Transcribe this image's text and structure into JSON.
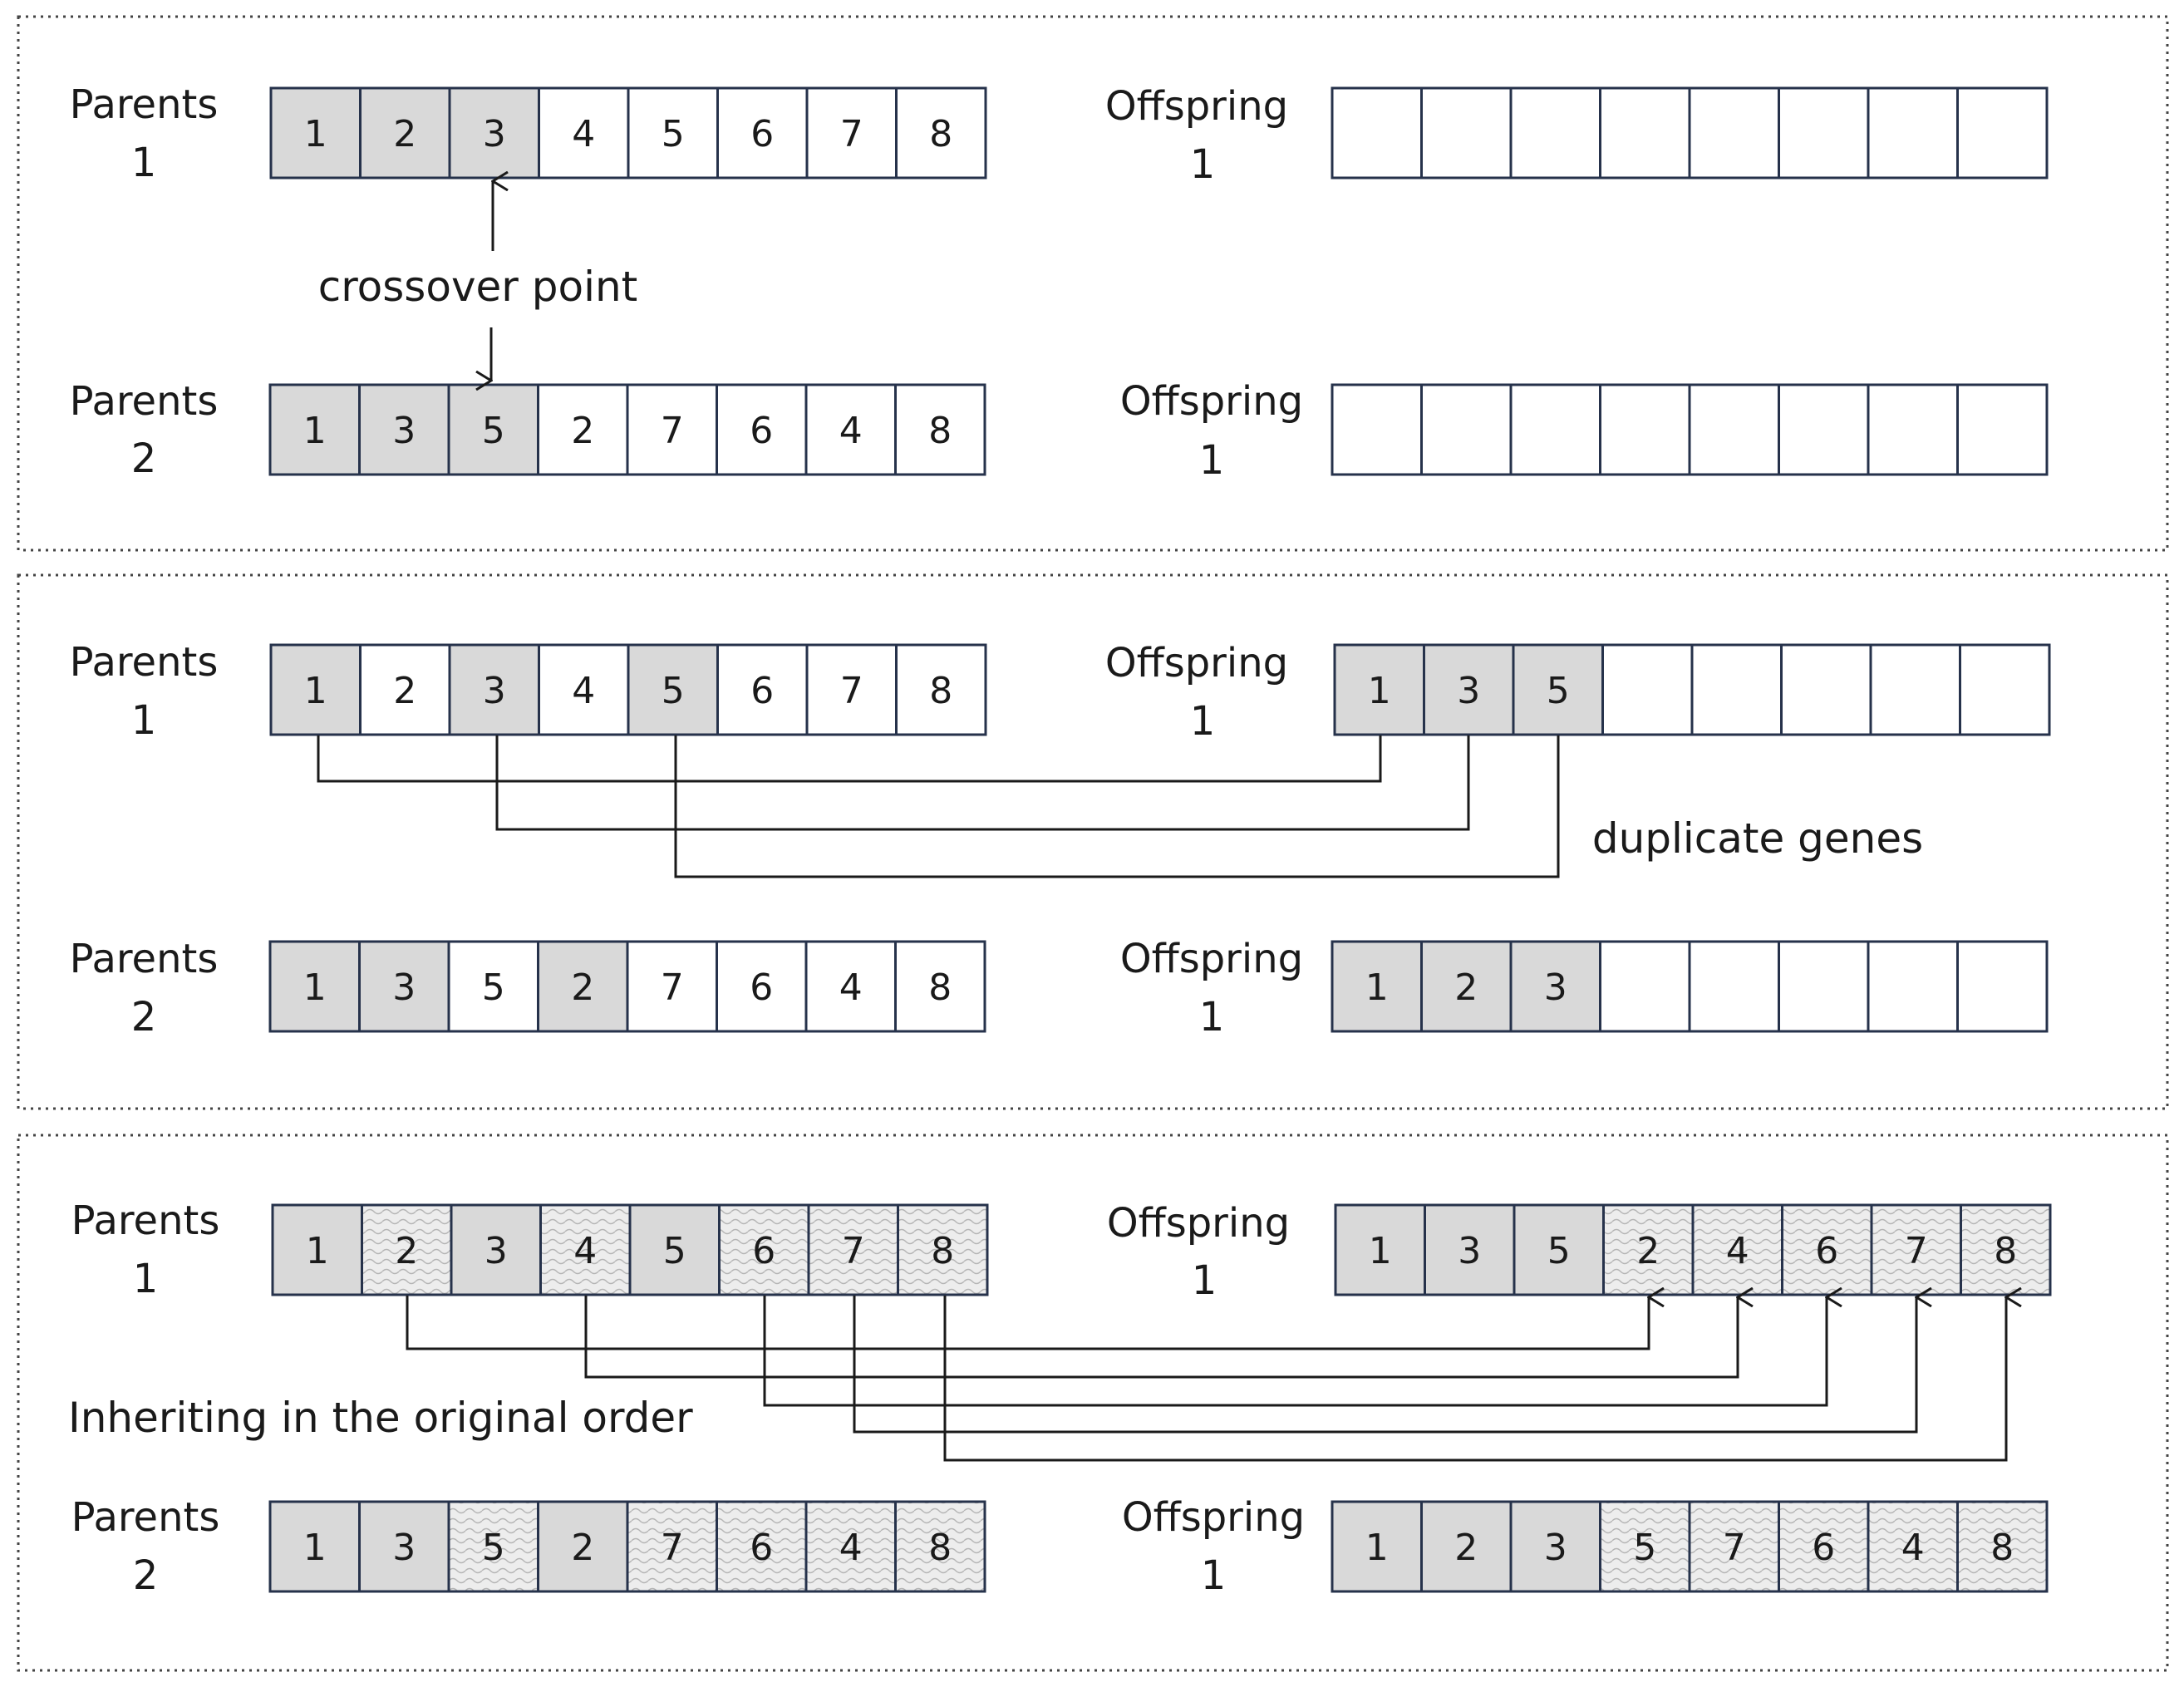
{
  "colors": {
    "gray_fill": "#d9d9d9",
    "white_fill": "#ffffff",
    "pattern_fill": "#ececec",
    "cell_border": "#26324b",
    "line": "#1a1a1a",
    "panel_border": "#444444"
  },
  "panels": [
    {
      "parent1": {
        "label1": "Parents",
        "label2": "1",
        "cells": [
          {
            "v": "1",
            "s": "gray"
          },
          {
            "v": "2",
            "s": "gray"
          },
          {
            "v": "3",
            "s": "gray"
          },
          {
            "v": "4",
            "s": "white"
          },
          {
            "v": "5",
            "s": "white"
          },
          {
            "v": "6",
            "s": "white"
          },
          {
            "v": "7",
            "s": "white"
          },
          {
            "v": "8",
            "s": "white"
          }
        ]
      },
      "parent2": {
        "label1": "Parents",
        "label2": "2",
        "cells": [
          {
            "v": "1",
            "s": "gray"
          },
          {
            "v": "3",
            "s": "gray"
          },
          {
            "v": "5",
            "s": "gray"
          },
          {
            "v": "2",
            "s": "white"
          },
          {
            "v": "7",
            "s": "white"
          },
          {
            "v": "6",
            "s": "white"
          },
          {
            "v": "4",
            "s": "white"
          },
          {
            "v": "8",
            "s": "white"
          }
        ]
      },
      "offspring1": {
        "label1": "Offspring",
        "label2": "1",
        "cells": [
          {
            "v": "",
            "s": "white"
          },
          {
            "v": "",
            "s": "white"
          },
          {
            "v": "",
            "s": "white"
          },
          {
            "v": "",
            "s": "white"
          },
          {
            "v": "",
            "s": "white"
          },
          {
            "v": "",
            "s": "white"
          },
          {
            "v": "",
            "s": "white"
          },
          {
            "v": "",
            "s": "white"
          }
        ]
      },
      "offspring2": {
        "label1": "Offspring",
        "label2": "1",
        "cells": [
          {
            "v": "",
            "s": "white"
          },
          {
            "v": "",
            "s": "white"
          },
          {
            "v": "",
            "s": "white"
          },
          {
            "v": "",
            "s": "white"
          },
          {
            "v": "",
            "s": "white"
          },
          {
            "v": "",
            "s": "white"
          },
          {
            "v": "",
            "s": "white"
          },
          {
            "v": "",
            "s": "white"
          }
        ]
      },
      "annotation": "crossover point"
    },
    {
      "parent1": {
        "label1": "Parents",
        "label2": "1",
        "cells": [
          {
            "v": "1",
            "s": "gray"
          },
          {
            "v": "2",
            "s": "white"
          },
          {
            "v": "3",
            "s": "gray"
          },
          {
            "v": "4",
            "s": "white"
          },
          {
            "v": "5",
            "s": "gray"
          },
          {
            "v": "6",
            "s": "white"
          },
          {
            "v": "7",
            "s": "white"
          },
          {
            "v": "8",
            "s": "white"
          }
        ]
      },
      "parent2": {
        "label1": "Parents",
        "label2": "2",
        "cells": [
          {
            "v": "1",
            "s": "gray"
          },
          {
            "v": "3",
            "s": "gray"
          },
          {
            "v": "5",
            "s": "white"
          },
          {
            "v": "2",
            "s": "gray"
          },
          {
            "v": "7",
            "s": "white"
          },
          {
            "v": "6",
            "s": "white"
          },
          {
            "v": "4",
            "s": "white"
          },
          {
            "v": "8",
            "s": "white"
          }
        ]
      },
      "offspring1": {
        "label1": "Offspring",
        "label2": "1",
        "cells": [
          {
            "v": "1",
            "s": "gray"
          },
          {
            "v": "3",
            "s": "gray"
          },
          {
            "v": "5",
            "s": "gray"
          },
          {
            "v": "",
            "s": "white"
          },
          {
            "v": "",
            "s": "white"
          },
          {
            "v": "",
            "s": "white"
          },
          {
            "v": "",
            "s": "white"
          },
          {
            "v": "",
            "s": "white"
          }
        ]
      },
      "offspring2": {
        "label1": "Offspring",
        "label2": "1",
        "cells": [
          {
            "v": "1",
            "s": "gray"
          },
          {
            "v": "2",
            "s": "gray"
          },
          {
            "v": "3",
            "s": "gray"
          },
          {
            "v": "",
            "s": "white"
          },
          {
            "v": "",
            "s": "white"
          },
          {
            "v": "",
            "s": "white"
          },
          {
            "v": "",
            "s": "white"
          },
          {
            "v": "",
            "s": "white"
          }
        ]
      },
      "annotation": "duplicate genes"
    },
    {
      "parent1": {
        "label1": "Parents",
        "label2": "1",
        "cells": [
          {
            "v": "1",
            "s": "gray"
          },
          {
            "v": "2",
            "s": "pattern"
          },
          {
            "v": "3",
            "s": "gray"
          },
          {
            "v": "4",
            "s": "pattern"
          },
          {
            "v": "5",
            "s": "gray"
          },
          {
            "v": "6",
            "s": "pattern"
          },
          {
            "v": "7",
            "s": "pattern"
          },
          {
            "v": "8",
            "s": "pattern"
          }
        ]
      },
      "parent2": {
        "label1": "Parents",
        "label2": "2",
        "cells": [
          {
            "v": "1",
            "s": "gray"
          },
          {
            "v": "3",
            "s": "gray"
          },
          {
            "v": "5",
            "s": "pattern"
          },
          {
            "v": "2",
            "s": "gray"
          },
          {
            "v": "7",
            "s": "pattern"
          },
          {
            "v": "6",
            "s": "pattern"
          },
          {
            "v": "4",
            "s": "pattern"
          },
          {
            "v": "8",
            "s": "pattern"
          }
        ]
      },
      "offspring1": {
        "label1": "Offspring",
        "label2": "1",
        "cells": [
          {
            "v": "1",
            "s": "gray"
          },
          {
            "v": "3",
            "s": "gray"
          },
          {
            "v": "5",
            "s": "gray"
          },
          {
            "v": "2",
            "s": "pattern"
          },
          {
            "v": "4",
            "s": "pattern"
          },
          {
            "v": "6",
            "s": "pattern"
          },
          {
            "v": "7",
            "s": "pattern"
          },
          {
            "v": "8",
            "s": "pattern"
          }
        ]
      },
      "offspring2": {
        "label1": "Offspring",
        "label2": "1",
        "cells": [
          {
            "v": "1",
            "s": "gray"
          },
          {
            "v": "2",
            "s": "gray"
          },
          {
            "v": "3",
            "s": "gray"
          },
          {
            "v": "5",
            "s": "pattern"
          },
          {
            "v": "7",
            "s": "pattern"
          },
          {
            "v": "6",
            "s": "pattern"
          },
          {
            "v": "4",
            "s": "pattern"
          },
          {
            "v": "8",
            "s": "pattern"
          }
        ]
      },
      "annotation": "Inheriting in the original order"
    }
  ]
}
